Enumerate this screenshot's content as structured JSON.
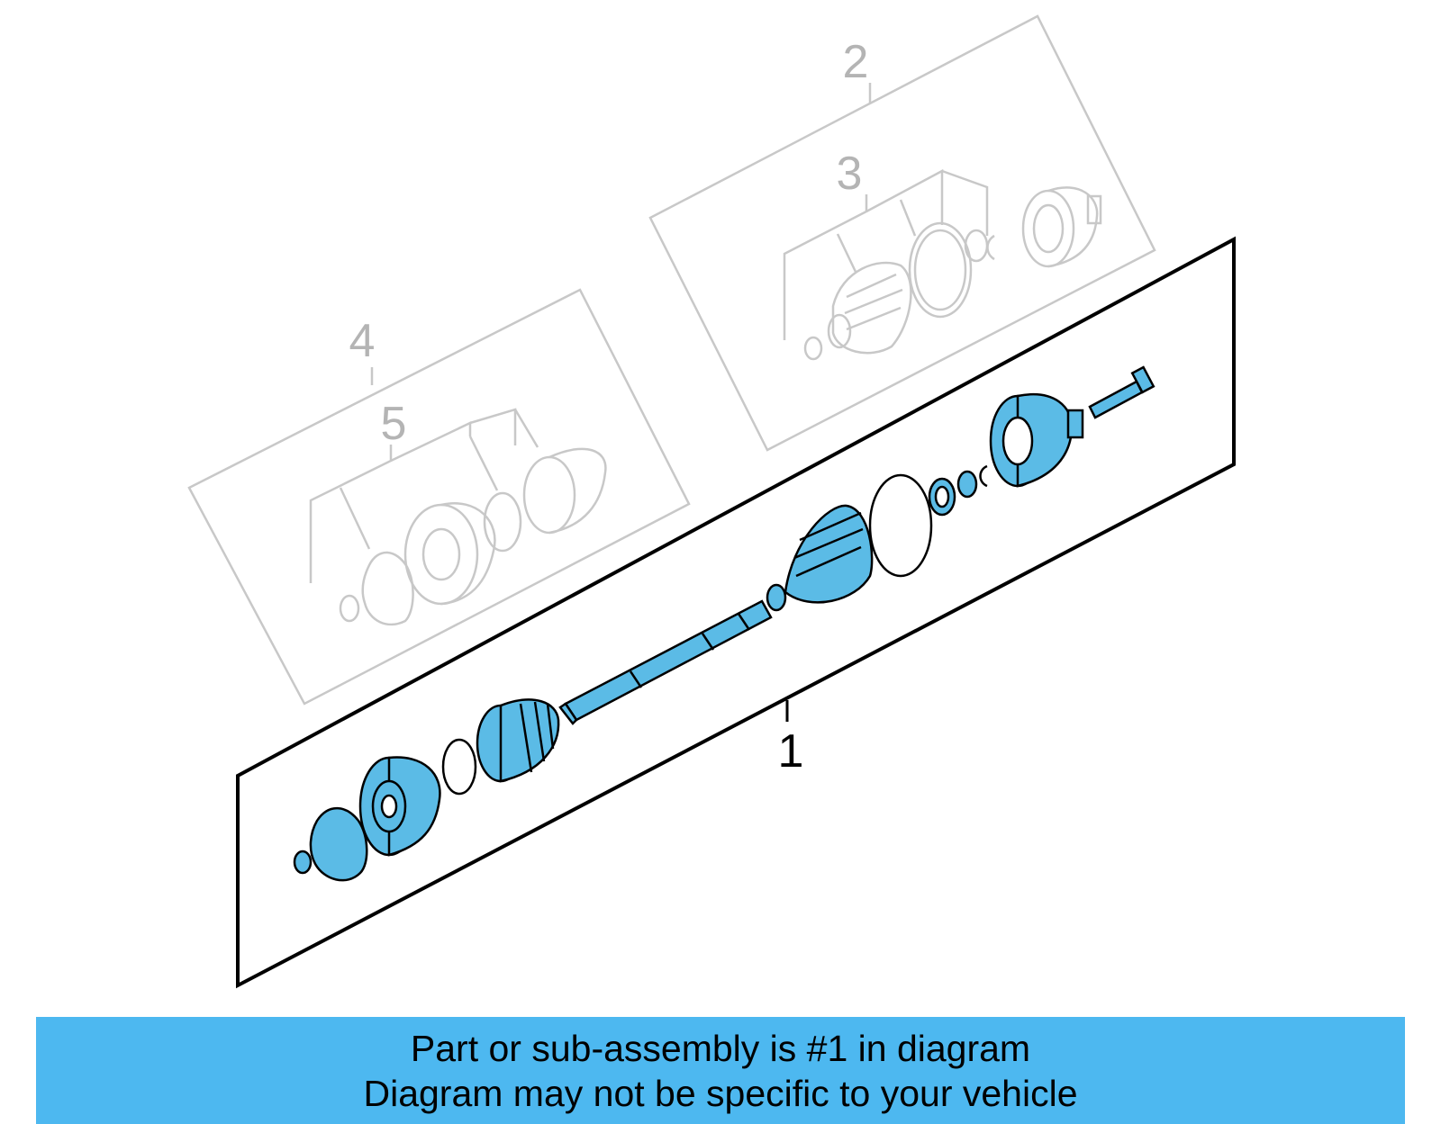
{
  "callouts": {
    "c1": "1",
    "c2": "2",
    "c3": "3",
    "c4": "4",
    "c5": "5"
  },
  "caption": {
    "line1": "Part or sub-assembly is #1 in diagram",
    "line2": "Diagram may not be specific to your vehicle"
  },
  "colors": {
    "highlight_part": "#5bbbe6",
    "banner": "#4db8f0",
    "ghost_line": "#c8c8c8",
    "ghost_text": "#b4b4b4"
  },
  "icons": {
    "highlighted_assembly": "axle-shaft-assembly-icon",
    "ghost_outer_joint": "outer-cv-joint-icon",
    "ghost_inner_joint": "inner-cv-joint-icon"
  }
}
